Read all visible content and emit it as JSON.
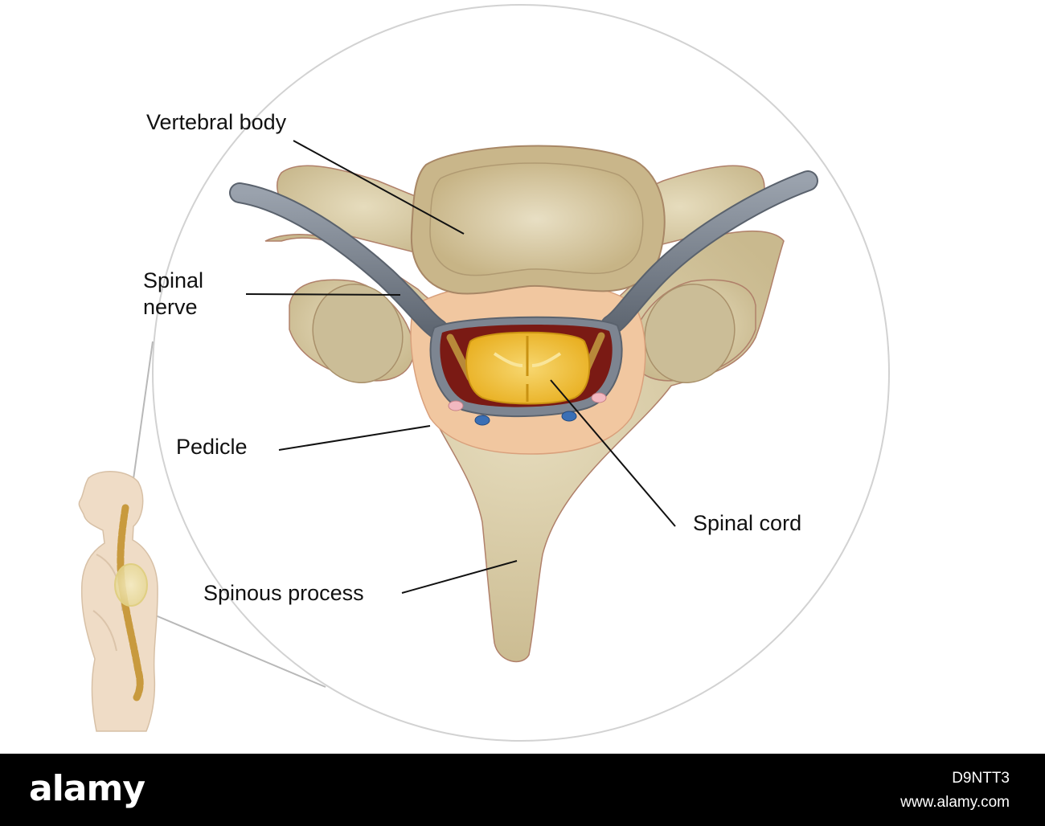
{
  "labels": {
    "vertebral_body": "Vertebral body",
    "spinal_nerve_line1": "Spinal",
    "spinal_nerve_line2": "nerve",
    "pedicle": "Pedicle",
    "spinal_cord": "Spinal cord",
    "spinous_process": "Spinous process"
  },
  "watermark": {
    "brand": "alamy",
    "image_id": "D9NTT3",
    "site": "www.alamy.com"
  },
  "colors": {
    "bone": "#d8cba6",
    "bone_outline": "#b0806a",
    "nerve": "#7d8591",
    "cord": "#f2c238",
    "epidural_fat": "#f1c7a0",
    "canal": "#7a1a14",
    "skin": "#efdcc6",
    "watermark_bar": "#000000"
  }
}
